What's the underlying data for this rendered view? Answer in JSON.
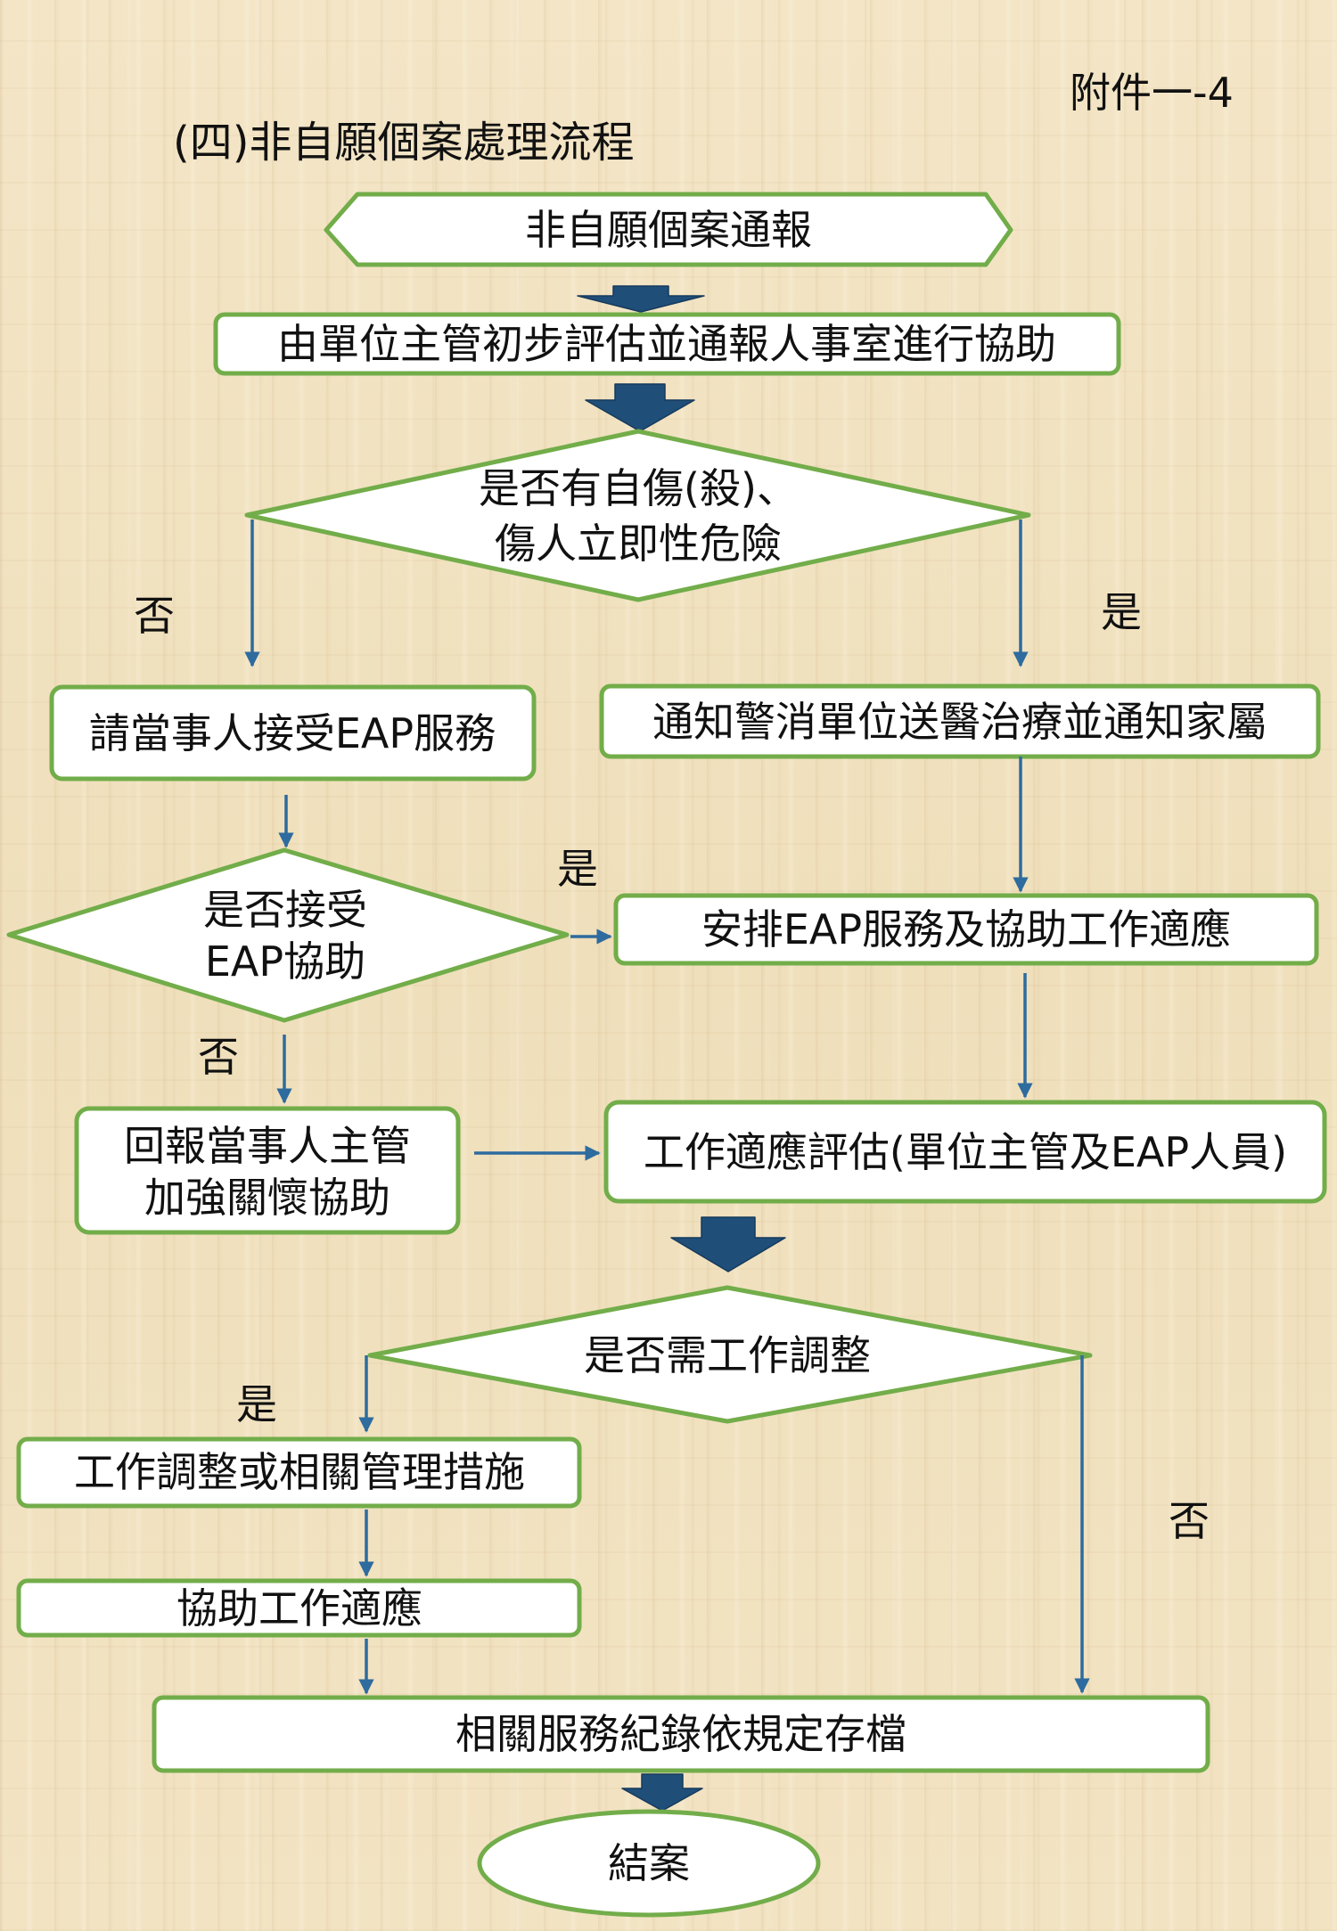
{
  "page": {
    "attachment_label": "附件一-4",
    "title": "(四)非自願個案處理流程"
  },
  "nodes": {
    "report": "非自願個案通報",
    "initial_assessment": "由單位主管初步評估並通報人事室進行協助",
    "risk_decision": [
      "是否有自傷(殺)、",
      "傷人立即性危險"
    ],
    "eap_service": "請當事人接受EAP服務",
    "notify_police": "通知警消單位送醫治療並通知家屬",
    "accept_decision": [
      "是否接受",
      "EAP協助"
    ],
    "arrange_eap": "安排EAP服務及協助工作適應",
    "report_supervisor": [
      "回報當事人主管",
      "加強關懷協助"
    ],
    "adaptation_eval": "工作適應評估(單位主管及EAP人員)",
    "adjust_decision": "是否需工作調整",
    "adjustment_measures": "工作調整或相關管理措施",
    "assist_adaptation": "協助工作適應",
    "archive_records": "相關服務紀錄依規定存檔",
    "close_case": "結案"
  },
  "edge_labels": {
    "risk_no": "否",
    "risk_yes": "是",
    "accept_yes": "是",
    "accept_no": "否",
    "adjust_yes": "是",
    "adjust_no": "否"
  },
  "colors": {
    "node_border": "#72ad4a",
    "node_fill": "#ffffff",
    "block_arrow": "#1f4e79",
    "line_arrow": "#2e6b9e",
    "text": "#111111",
    "background": "#f1e2c1"
  }
}
